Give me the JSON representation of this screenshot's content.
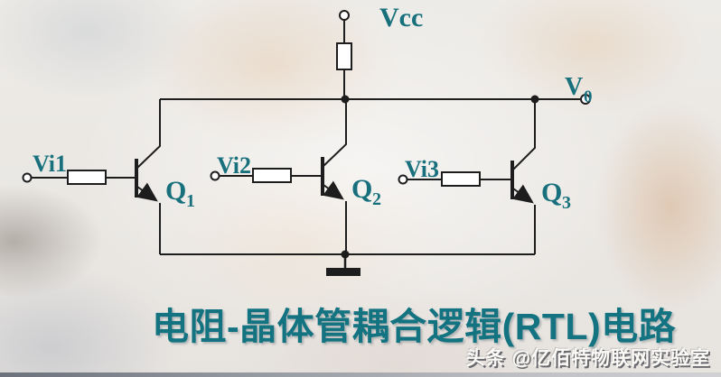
{
  "colors": {
    "label_teal": "#17707c",
    "title_teal": "#137380",
    "wire_black": "#1d1d1d",
    "watermark_white": "#fbfaf6"
  },
  "power": {
    "label": "Vcc"
  },
  "output": {
    "main": "V",
    "sub": "0"
  },
  "inputs": [
    {
      "label": "Vi1"
    },
    {
      "label": "Vi2"
    },
    {
      "label": "Vi3"
    }
  ],
  "transistors": [
    {
      "main": "Q",
      "sub": "1"
    },
    {
      "main": "Q",
      "sub": "2"
    },
    {
      "main": "Q",
      "sub": "3"
    }
  ],
  "title": {
    "text": "电阻-晶体管耦合逻辑(RTL)电路"
  },
  "watermark": {
    "text": "头条 @亿佰特物联网实验室"
  }
}
